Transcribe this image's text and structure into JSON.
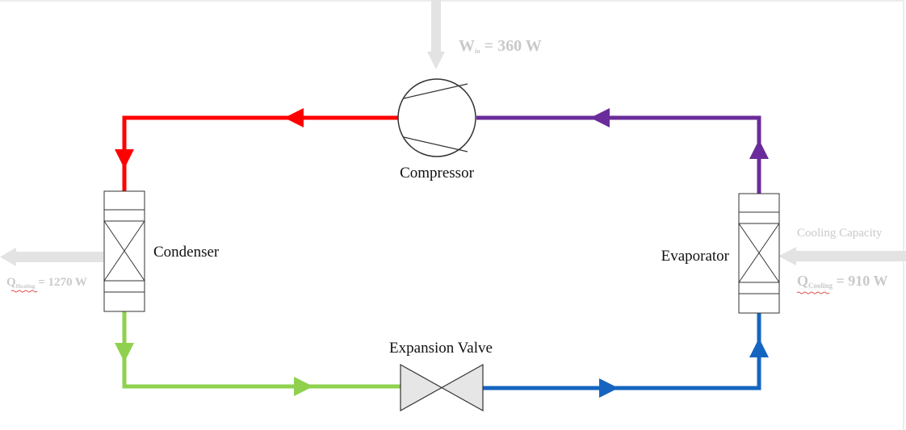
{
  "components": {
    "compressor": "Compressor",
    "condenser": "Condenser",
    "evaporator": "Evaporator",
    "expansion_valve": "Expansion Valve"
  },
  "energy": {
    "work_in_symbol": "W",
    "work_in_subscript": "in",
    "work_in_value": " = 360 W",
    "heat_out_symbol": "Q",
    "heat_out_subscript": "Heating",
    "heat_out_value": " = 1270 W",
    "cooling_capacity_label": "Cooling Capacity",
    "heat_in_symbol": "Q",
    "heat_in_subscript": "Cooling",
    "heat_in_value": " = 910 W"
  },
  "colors": {
    "discharge_line": "#ff0000",
    "liquid_line": "#8fd14f",
    "expansion_line": "#1565c0",
    "suction_line": "#6a2c9a",
    "energy_arrow": "#e3e3e3",
    "component_fill": "#e6e6e6"
  },
  "icons": {
    "compressor": "compressor-symbol",
    "condenser": "heat-exchanger-symbol",
    "evaporator": "heat-exchanger-symbol",
    "valve": "expansion-valve-symbol"
  }
}
